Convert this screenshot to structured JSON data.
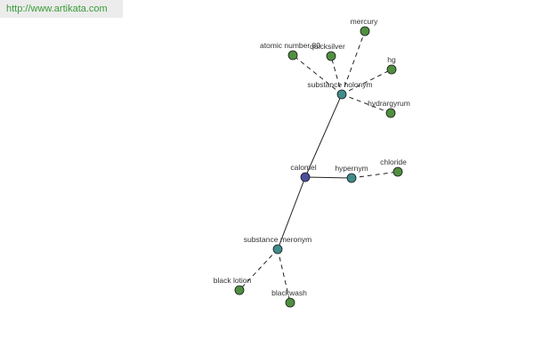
{
  "watermark": "http://www.artikata.com",
  "colors": {
    "center": "#4a4e9c",
    "relation": "#3f8c8a",
    "leaf": "#4f8f3f",
    "edge": "#222222"
  },
  "nodes": [
    {
      "id": "calomel",
      "label": "calomel",
      "kind": "center"
    },
    {
      "id": "holonym",
      "label": "substance holonym",
      "kind": "relation"
    },
    {
      "id": "hypernym",
      "label": "hypernym",
      "kind": "relation"
    },
    {
      "id": "meronym",
      "label": "substance meronym",
      "kind": "relation"
    },
    {
      "id": "mercury",
      "label": "mercury",
      "kind": "leaf"
    },
    {
      "id": "atomic",
      "label": "atomic number 80",
      "kind": "leaf"
    },
    {
      "id": "quicksilver",
      "label": "quicksilver",
      "kind": "leaf"
    },
    {
      "id": "hg",
      "label": "hg",
      "kind": "leaf"
    },
    {
      "id": "hydrargyrum",
      "label": "hydrargyrum",
      "kind": "leaf"
    },
    {
      "id": "chloride",
      "label": "chloride",
      "kind": "leaf"
    },
    {
      "id": "blacklotion",
      "label": "black lotion",
      "kind": "leaf"
    },
    {
      "id": "blackwash",
      "label": "blackwash",
      "kind": "leaf"
    }
  ],
  "edges": [
    {
      "from": "calomel",
      "to": "holonym",
      "style": "solid"
    },
    {
      "from": "calomel",
      "to": "hypernym",
      "style": "solid"
    },
    {
      "from": "calomel",
      "to": "meronym",
      "style": "solid"
    },
    {
      "from": "holonym",
      "to": "mercury",
      "style": "dashed"
    },
    {
      "from": "holonym",
      "to": "atomic",
      "style": "dashed"
    },
    {
      "from": "holonym",
      "to": "quicksilver",
      "style": "dashed"
    },
    {
      "from": "holonym",
      "to": "hg",
      "style": "dashed"
    },
    {
      "from": "holonym",
      "to": "hydrargyrum",
      "style": "dashed"
    },
    {
      "from": "hypernym",
      "to": "chloride",
      "style": "dashed"
    },
    {
      "from": "meronym",
      "to": "blacklotion",
      "style": "dashed"
    },
    {
      "from": "meronym",
      "to": "blackwash",
      "style": "dashed"
    }
  ]
}
